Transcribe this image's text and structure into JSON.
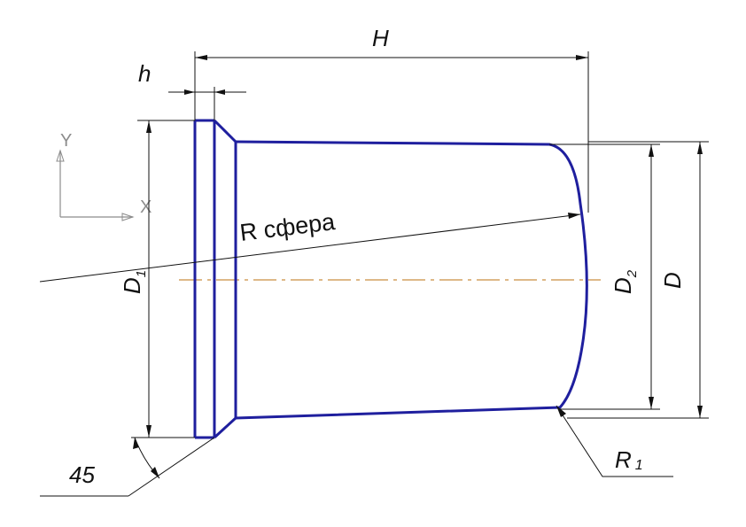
{
  "colors": {
    "part_outline": "#1f1f9e",
    "dimension_line": "#111111",
    "center_line": "#d3a060",
    "axis_indicator": "#8c8c8c",
    "background": "#ffffff"
  },
  "axes": {
    "y_label": "Y",
    "x_label": "X"
  },
  "dimensions": {
    "H": "H",
    "h": "h",
    "D1": "D",
    "D1_sub": "1",
    "D2": "D",
    "D2_sub": "2",
    "D": "D",
    "R_sphere": "R сфера",
    "R1": "R",
    "R1_sub": "1",
    "chamfer_angle": "45"
  }
}
